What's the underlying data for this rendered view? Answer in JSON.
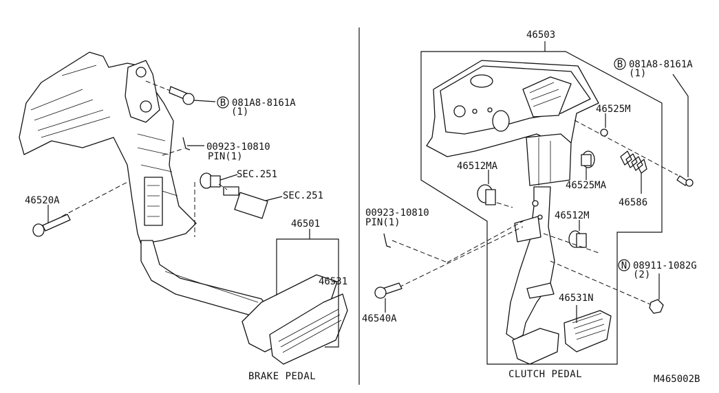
{
  "brake": {
    "caption": "BRAKE PEDAL",
    "bolt_ref": "081A8-8161A",
    "bolt_qty": "(1)",
    "bolt_marker": "B",
    "pin_ref": "00923-10810",
    "pin_qty": "PIN(1)",
    "sec_a": "SEC.251",
    "sec_b": "SEC.251",
    "p46520a": "46520A",
    "p46501": "46501",
    "p46531": "46531"
  },
  "clutch": {
    "caption": "CLUTCH PEDAL",
    "p46503": "46503",
    "bolt_ref": "081A8-8161A",
    "bolt_qty": "(1)",
    "bolt_marker": "B",
    "p46525m": "46525M",
    "p46512ma": "46512MA",
    "p46525ma": "46525MA",
    "p46586": "46586",
    "pin_ref": "00923-10810",
    "pin_qty": "PIN(1)",
    "p46512m": "46512M",
    "nut_ref": "08911-1082G",
    "nut_qty": "(2)",
    "nut_marker": "N",
    "p46540a": "46540A",
    "p46531n": "46531N"
  },
  "diagram_id": "M465002B"
}
